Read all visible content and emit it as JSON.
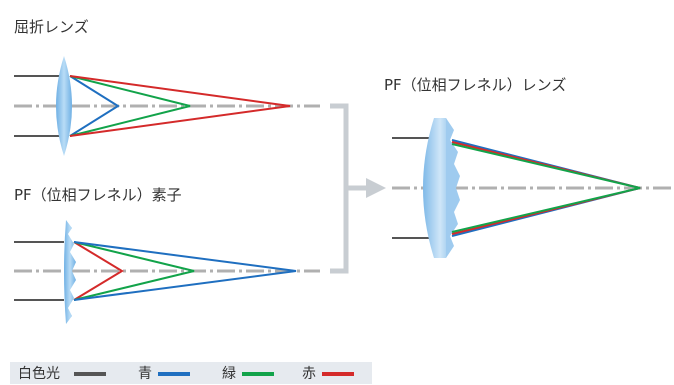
{
  "titles": {
    "refractive": "屈折レンズ",
    "pf_element": "PF（位相フレネル）素子",
    "pf_lens": "PF（位相フレネル）レンズ"
  },
  "legend": [
    {
      "label": "白色光",
      "color": "#555555"
    },
    {
      "label": "青",
      "color": "#1f6fc0"
    },
    {
      "label": "緑",
      "color": "#12a34a"
    },
    {
      "label": "赤",
      "color": "#d42a2a"
    }
  ],
  "colors": {
    "white_light": "#555555",
    "blue": "#1f6fc0",
    "green": "#12a34a",
    "red": "#d42a2a",
    "axis": "#b0b0b0",
    "lens_fill": "#8fc3ec",
    "arrow": "#c8cdd2",
    "legend_bg": "#e6eaef"
  }
}
